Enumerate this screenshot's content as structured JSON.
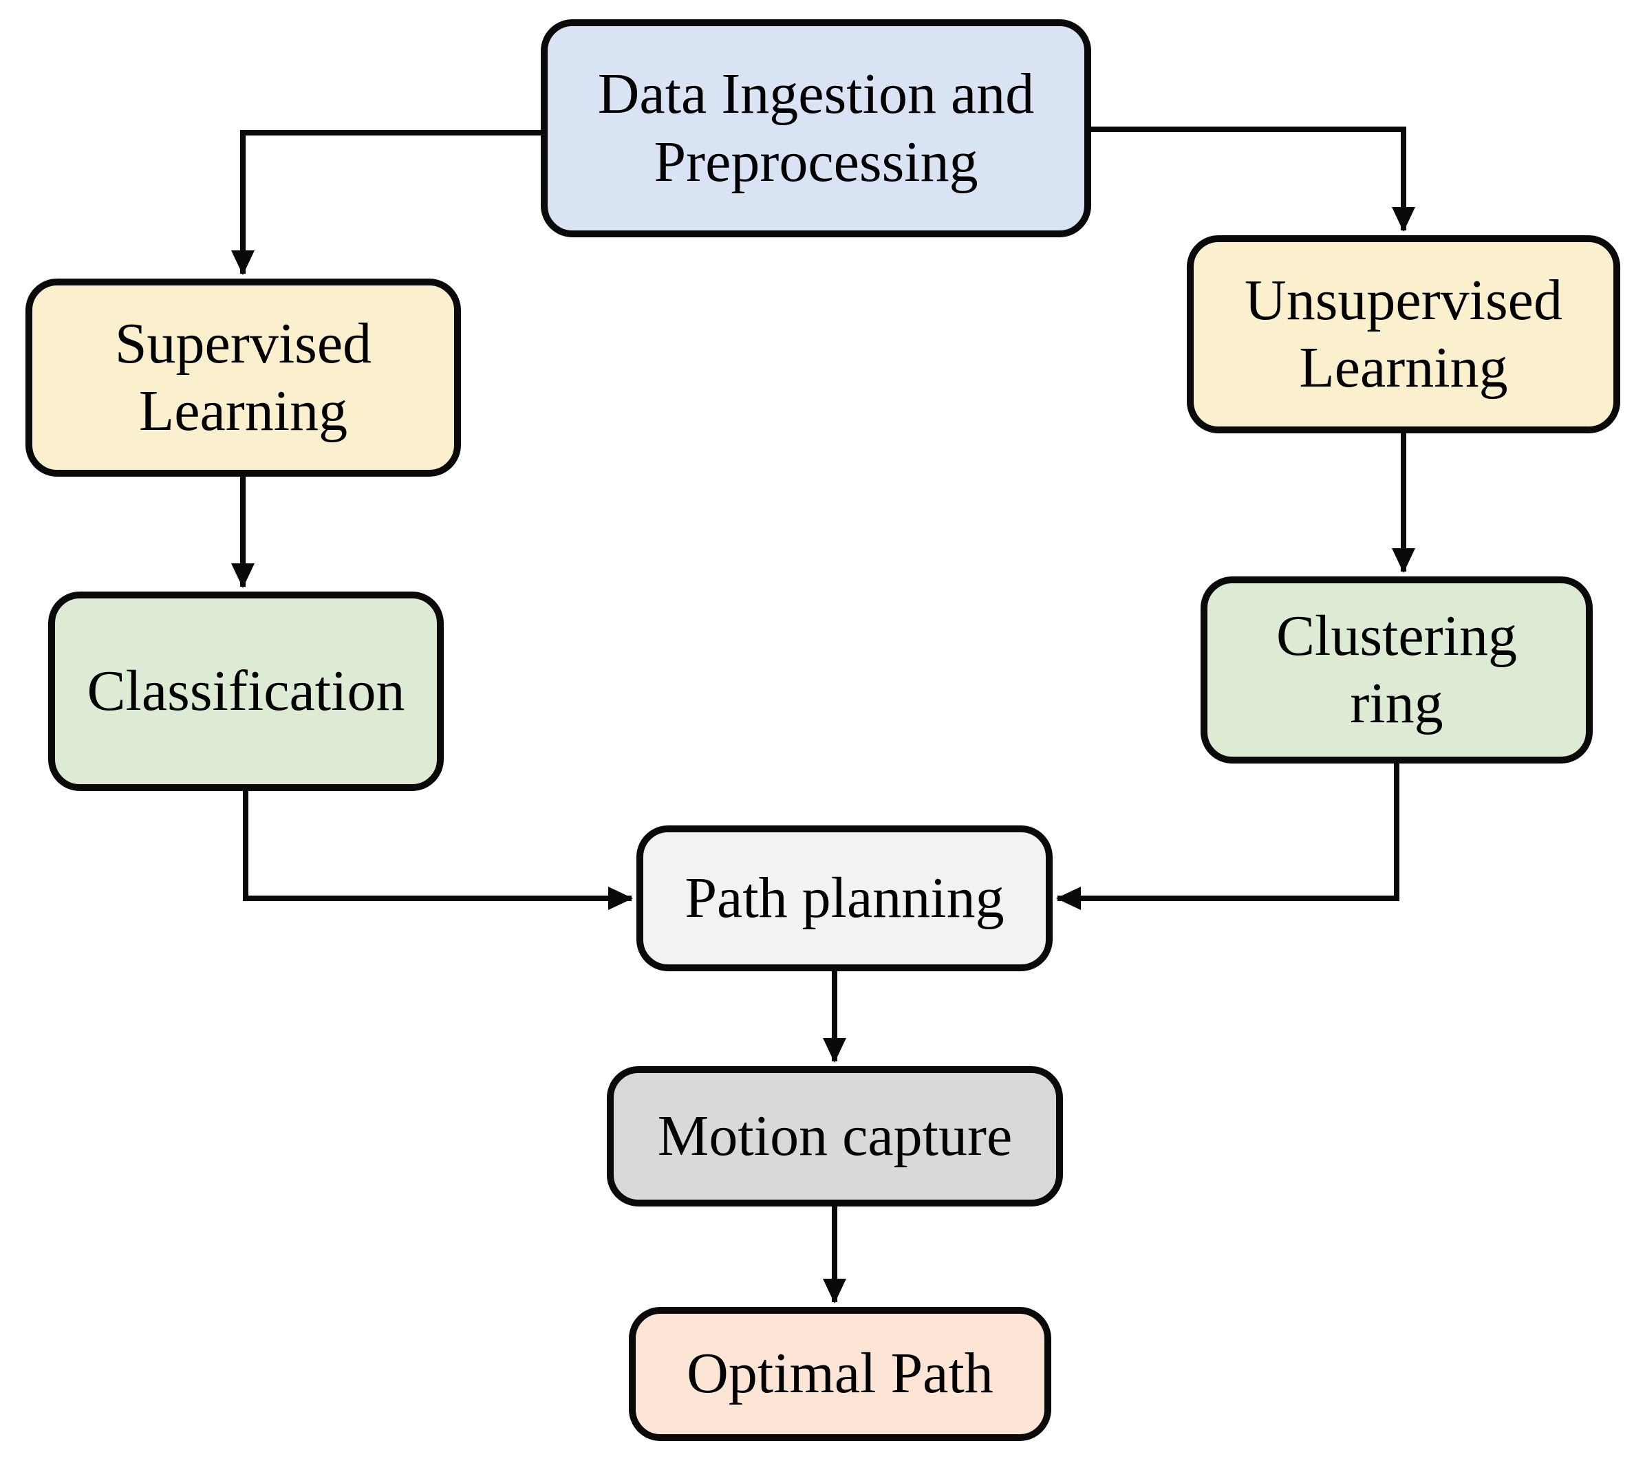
{
  "diagram": {
    "type": "flowchart",
    "colors": {
      "background": "#ffffff",
      "border": "#0a0a0a",
      "connector": "#0a0a0a",
      "node_blue": "#dae3f3",
      "node_yellow": "#fbf0cd",
      "node_green": "#ddebd5",
      "node_light_gray": "#f2f2f2",
      "node_gray": "#d9d9d9",
      "node_peach": "#fce5d5"
    },
    "nodes": {
      "data_ingestion": {
        "label": "Data Ingestion and\nPreprocessing",
        "fill": "#dae3f3"
      },
      "supervised": {
        "label": "Supervised\nLearning",
        "fill": "#fbf0cd"
      },
      "unsupervised": {
        "label": "Unsupervised\nLearning",
        "fill": "#fbf0cd"
      },
      "classification": {
        "label": "Classification",
        "fill": "#ddebd5"
      },
      "clustering": {
        "label": "Clustering\nring",
        "fill": "#ddebd5"
      },
      "path_planning": {
        "label": "Path planning",
        "fill": "#f2f2f2"
      },
      "motion_capture": {
        "label": "Motion capture",
        "fill": "#d9d9d9"
      },
      "optimal_path": {
        "label": "Optimal Path",
        "fill": "#fce5d5"
      }
    },
    "edges": [
      {
        "from": "Data Ingestion and Preprocessing",
        "to": "Supervised Learning"
      },
      {
        "from": "Data Ingestion and Preprocessing",
        "to": "Unsupervised Learning"
      },
      {
        "from": "Supervised Learning",
        "to": "Classification"
      },
      {
        "from": "Unsupervised Learning",
        "to": "Clustering ring"
      },
      {
        "from": "Classification",
        "to": "Path planning"
      },
      {
        "from": "Clustering ring",
        "to": "Path planning"
      },
      {
        "from": "Path planning",
        "to": "Motion capture"
      },
      {
        "from": "Motion capture",
        "to": "Optimal Path"
      }
    ]
  }
}
